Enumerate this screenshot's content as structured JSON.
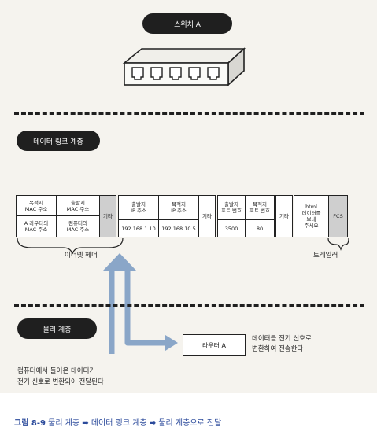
{
  "switch_label": "스위치 A",
  "datalink_label": "데이터 링크 계층",
  "physical_label": "물리 계층",
  "frame": {
    "dest_mac": "목적지\nMAC 주소",
    "src_mac": "출발지\nMAC 주소",
    "router_mac": "A 라우터의\nMAC 주소",
    "computer_mac": "컴퓨터의\nMAC 주소",
    "etc1": "기타",
    "src_ip_label": "출발지\nIP 주소",
    "src_ip_value": "192.168.1.10",
    "dst_ip_label": "목적지\nIP 주소",
    "dst_ip_value": "192.168.10.5",
    "etc2": "기타",
    "src_port_label": "출발지\n포트 번호",
    "src_port_value": "3500",
    "dst_port_label": "목적지\n포트 번호",
    "dst_port_value": "80",
    "etc3": "기타",
    "payload": "html\n데이터를\n보내\n주세요",
    "fcs": "FCS"
  },
  "ethernet_header": "이더넷 헤더",
  "trailer": "트레일러",
  "router_label": "라우터 A",
  "router_note": "데이터를 전기 신호로\n변환하여 전송한다",
  "computer_note": "컴퓨터에서 들어온 데이터가\n전기 신호로 변환되어 전달된다",
  "caption": {
    "fig": "그림 8-9",
    "text": " 물리 계층 ➡ 데이터 링크 계층 ➡ 물리 계층으로 전달"
  }
}
